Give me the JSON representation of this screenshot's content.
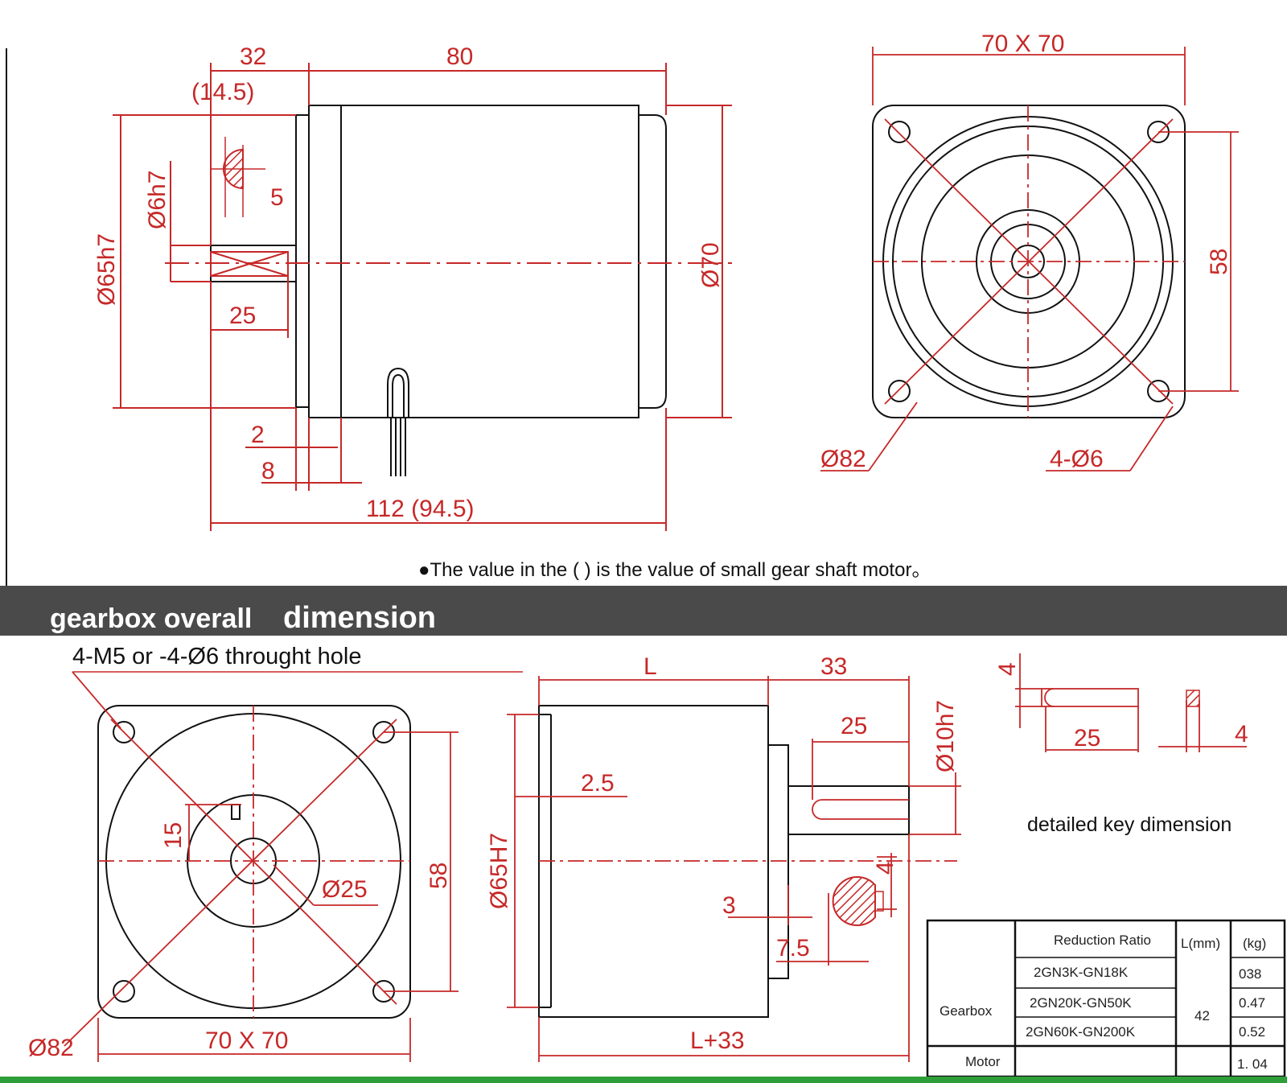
{
  "colors": {
    "dimension": "#c62828",
    "outline": "#111111",
    "banner": "#4a4a4a",
    "banner_text": "#ffffff",
    "footer_line": "#2e9e3a"
  },
  "motor": {
    "side": {
      "d32": "32",
      "d80": "80",
      "d14_5": "(14.5)",
      "d6h7": "Ø6h7",
      "d5": "5",
      "d65h7": "Ø65h7",
      "d70": "Ø70",
      "d25": "25",
      "d2": "2",
      "d8": "8",
      "d112": "112 (94.5)"
    },
    "front": {
      "d70x70": "70 X 70",
      "d58": "58",
      "d82": "Ø82",
      "d4_6": "4-Ø6"
    },
    "note": "●The value in the ( ) is the value of small gear shaft motor。"
  },
  "banner": {
    "title_part1": "gearbox overall",
    "title_part2": "dimension"
  },
  "gearbox": {
    "hole_note": "4-M5 or -4-Ø6 throught hole",
    "front": {
      "d15": "15",
      "d25": "Ø25",
      "d58": "58",
      "d82": "Ø82",
      "d70x70": "70 X 70"
    },
    "side": {
      "dL": "L",
      "d33": "33",
      "d25": "25",
      "d10h7": "Ø10h7",
      "d2_5": "2.5",
      "d65H7": "Ø65H7",
      "d4": "4",
      "d3": "3",
      "d7_5": "7.5",
      "dL33": "L+33"
    },
    "key": {
      "d4_top": "4",
      "d25": "25",
      "d4_right": "4",
      "caption": "detailed key dimension"
    }
  },
  "table": {
    "headers": {
      "ratio": "Reduction Ratio",
      "length": "L(mm)",
      "weight": "(kg)"
    },
    "gearbox_label": "Gearbox",
    "motor_label": "Motor",
    "rows": [
      {
        "ratio": "2GN3K-GN18K",
        "weight": "038"
      },
      {
        "ratio": "2GN20K-GN50K",
        "weight": "0.47"
      },
      {
        "ratio": "2GN60K-GN200K",
        "weight": "0.52"
      }
    ],
    "length_value": "42",
    "motor_weight": "1. 04"
  }
}
